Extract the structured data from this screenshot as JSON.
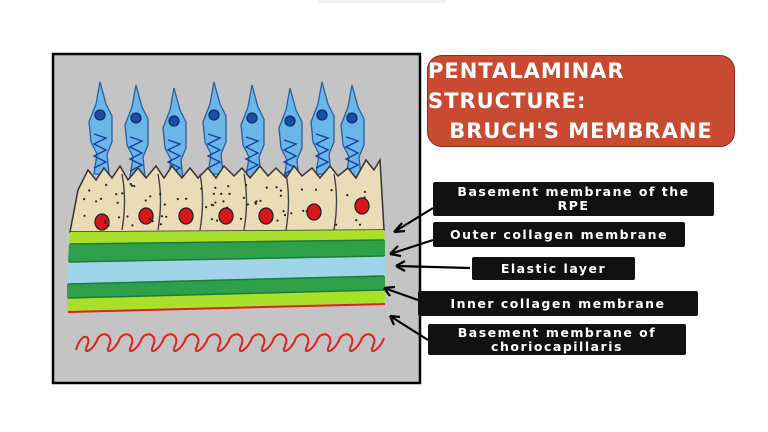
{
  "title": {
    "line1": "Pentalaminar Structure:",
    "line2": "Bruch's Membrane",
    "color": "#c84a30"
  },
  "labels": {
    "basement_rpe": {
      "line1": "Basement membrane of the",
      "line2": "RPE"
    },
    "outer_collagen": "Outer collagen membrane",
    "elastic": "Elastic layer",
    "inner_collagen": "Inner collagen membrane",
    "basement_cc": {
      "line1": "Basement membrane of",
      "line2": "choriocapillaris"
    }
  },
  "colors": {
    "panel_bg": "#c4c4c4",
    "rpe_cells": "#ebdcb8",
    "nucleus": "#d8161c",
    "photoreceptor": "#6ab6e8",
    "green_light": "#a8e02a",
    "green_dark": "#2fa04a",
    "elastic": "#a0d4e8",
    "capillary": "#dd2222"
  }
}
